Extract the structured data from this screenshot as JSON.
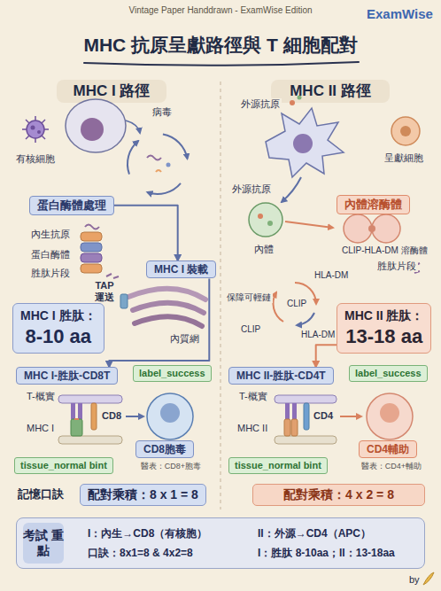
{
  "diagram": {
    "title": "MHC 抗原呈獻路徑與 T 細胞配對",
    "nodes": [
      {
        "text": [
          "蛋白酶體處理"
        ]
      },
      {
        "text": [
          "MHC I 裝載"
        ]
      },
      {
        "text": [
          "MHC I 胜肽：",
          "8-10 aa"
        ]
      },
      {
        "text": [
          "MHC I-胜肽-CD8T"
        ]
      },
      {
        "text": [
          "label_success"
        ]
      },
      {
        "text": [
          "CD8胞毒"
        ]
      },
      {
        "text": [
          "tissue_normal bint"
        ]
      },
      {
        "text": [
          "配對乘積：8 x 1 = 8"
        ]
      },
      {
        "text": [
          "內體溶酶體"
        ]
      },
      {
        "text": [
          "MHC II 胜肽：",
          "13-18 aa"
        ]
      },
      {
        "text": [
          "MHC II-胜肽-CD4T"
        ]
      },
      {
        "text": [
          "label_success"
        ]
      },
      {
        "text": [
          "CD4輔助"
        ]
      },
      {
        "text": [
          "tissue_normal bint"
        ]
      },
      {
        "text": [
          "配對乘積：4 x 2 = 8"
        ]
      },
      {
        "text": [
          "I：內生→CD8（有核胞）",
          "II：外源→CD4（APC）",
          "口訣：8x1=8 & 4x2=8",
          "I：胜肽 8-10aa；II：13-18aa"
        ]
      },
      {
        "text": [
          "考試 重點"
        ],
        "in": 15
      }
    ],
    "edges": [
      {
        "from": 0,
        "to": 1,
        "arrow": "to"
      },
      {
        "from": 1,
        "to": 3,
        "arrow": "to"
      },
      {
        "from": 9,
        "to": 10,
        "arrow": "to"
      }
    ],
    "labels": [
      "Vintage Paper Handdrawn - ExamWise Edition",
      "ExamWise",
      "MHC I 路徑",
      "MHC II 路徑",
      "有核細胞",
      "病毒",
      "內生抗原",
      "蛋白酶體",
      "胜肽片段",
      "TAP 運送",
      "內質網",
      "T-概實",
      "CD8",
      "MHC I",
      "醫表：CD8+胞毒",
      "記憶口訣",
      "外源抗原",
      "呈獻細胞",
      "外源抗原",
      "內體",
      "CLIP-HLA-DM 溶酶體",
      "胜肽片段",
      "保障可輕鏈",
      "HLA-DM",
      "CLIP",
      "HLA-DM",
      "CLIP",
      "T-概實",
      "CD4",
      "MHC II",
      "醫表：CD4+輔助",
      "by"
    ]
  }
}
